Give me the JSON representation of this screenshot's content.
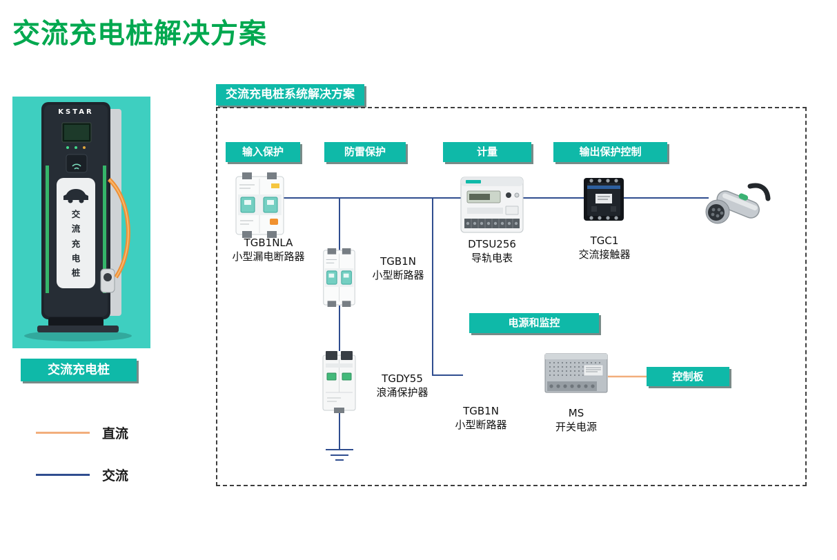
{
  "page": {
    "title": "交流充电桩解决方案"
  },
  "charger": {
    "caption": "交流充电桩",
    "brand": "KSTAR",
    "vertical_label": "交流充电桩"
  },
  "legend": {
    "dc": {
      "label": "直流",
      "color": "#F2AE7C"
    },
    "ac": {
      "label": "交流",
      "color": "#2F4D8F"
    }
  },
  "diagram": {
    "title": "交流充电桩系统解决方案",
    "badges": {
      "input_protection": "输入保护",
      "surge_protection": "防雷保护",
      "metering": "计量",
      "output_protection": "输出保护控制",
      "power_monitoring": "电源和监控",
      "control_board": "控制板"
    },
    "components": {
      "main_breaker": {
        "model": "TGB1NLA",
        "desc": "小型漏电断路器"
      },
      "spd_breaker": {
        "model": "TGB1N",
        "desc": "小型断路器"
      },
      "spd": {
        "model": "TGDY55",
        "desc": "浪涌保护器"
      },
      "meter": {
        "model": "DTSU256",
        "desc": "导轨电表"
      },
      "contactor": {
        "model": "TGC1",
        "desc": "交流接触器"
      },
      "aux_breaker": {
        "model": "TGB1N",
        "desc": "小型断路器"
      },
      "psu": {
        "model": "MS",
        "desc": "开关电源"
      }
    }
  },
  "colors": {
    "accent_green": "#00A84F",
    "teal_badge": "#0FB9A8",
    "photo_teal": "#3ECFC0",
    "wire_ac": "#2F4D8F",
    "wire_dc": "#F2AE7C"
  }
}
